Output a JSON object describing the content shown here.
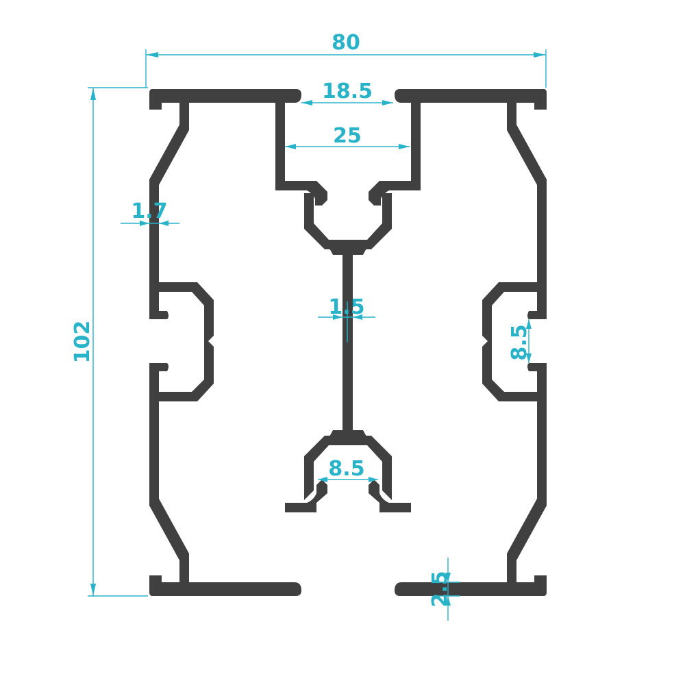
{
  "colors": {
    "profile": "#404040",
    "dimension": "#29b3c9",
    "background": "#ffffff"
  },
  "dimensions": {
    "overall_width": "80",
    "overall_height": "102",
    "slot_top_opening": "18.5",
    "slot_top_inner": "25",
    "wall_side": "1.7",
    "web_center": "1.5",
    "slot_side_opening": "8.5",
    "slot_bottom_opening": "8.5",
    "flange_thickness": "2.5"
  }
}
